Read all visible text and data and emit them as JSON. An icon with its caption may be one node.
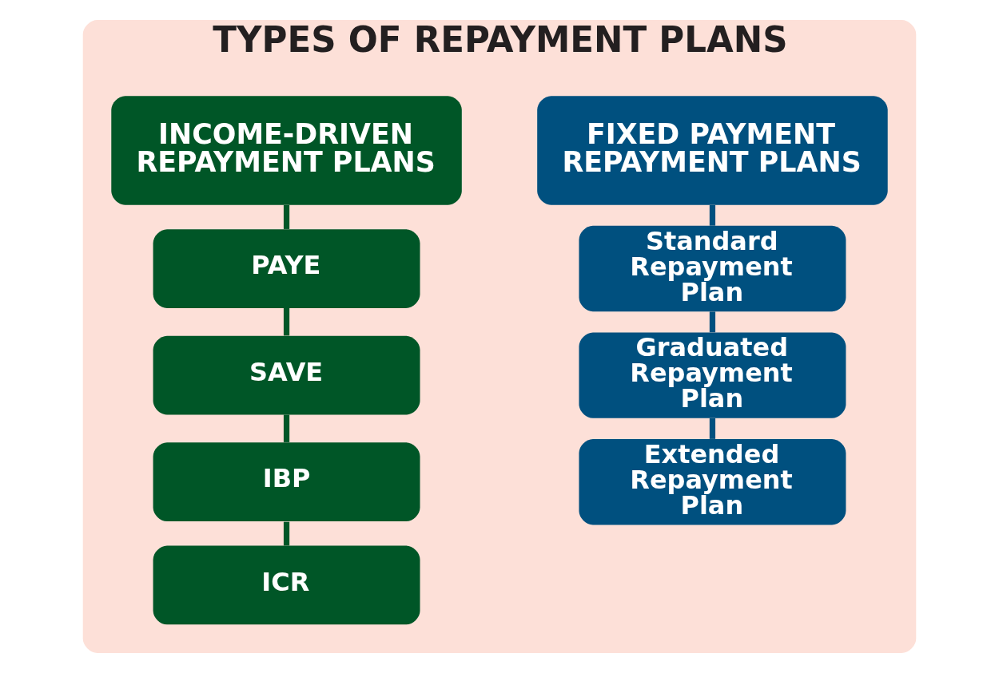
{
  "diagram": {
    "nodes": [
      {
        "text": [
          "TYPES OF REPAYMENT PLANS"
        ]
      },
      {
        "text": [
          "FIXED PAYMENT REPAYMENT PLANS"
        ],
        "in": 0
      },
      {
        "text": [
          "Standard Repayment Plan"
        ],
        "in": 0
      },
      {
        "text": [
          "Graduated Repayment Plan"
        ],
        "in": 0
      },
      {
        "text": [
          "Extended Repayment Plan"
        ],
        "in": 0
      },
      {
        "text": [
          "INCOME-DRIVEN REPAYMENT PLANS"
        ],
        "in": 0
      },
      {
        "text": [
          "PAYE"
        ],
        "in": 0
      },
      {
        "text": [
          "SAVE"
        ],
        "in": 0
      },
      {
        "text": [
          "IBP"
        ],
        "in": 0
      },
      {
        "text": [
          "ICR"
        ],
        "in": 0
      }
    ],
    "edges": [
      {
        "from": 1,
        "to": 2,
        "arrow": "none",
        "color": "#00507f"
      },
      {
        "from": 2,
        "to": 3,
        "arrow": "none",
        "color": "#00507f"
      },
      {
        "from": 3,
        "to": 4,
        "arrow": "none",
        "color": "#00507f"
      },
      {
        "from": 5,
        "to": 6,
        "arrow": "none"
      },
      {
        "from": 6,
        "to": 7,
        "arrow": "none"
      },
      {
        "from": 7,
        "to": 8,
        "arrow": "none"
      },
      {
        "from": 8,
        "to": 9,
        "arrow": "none"
      }
    ]
  }
}
